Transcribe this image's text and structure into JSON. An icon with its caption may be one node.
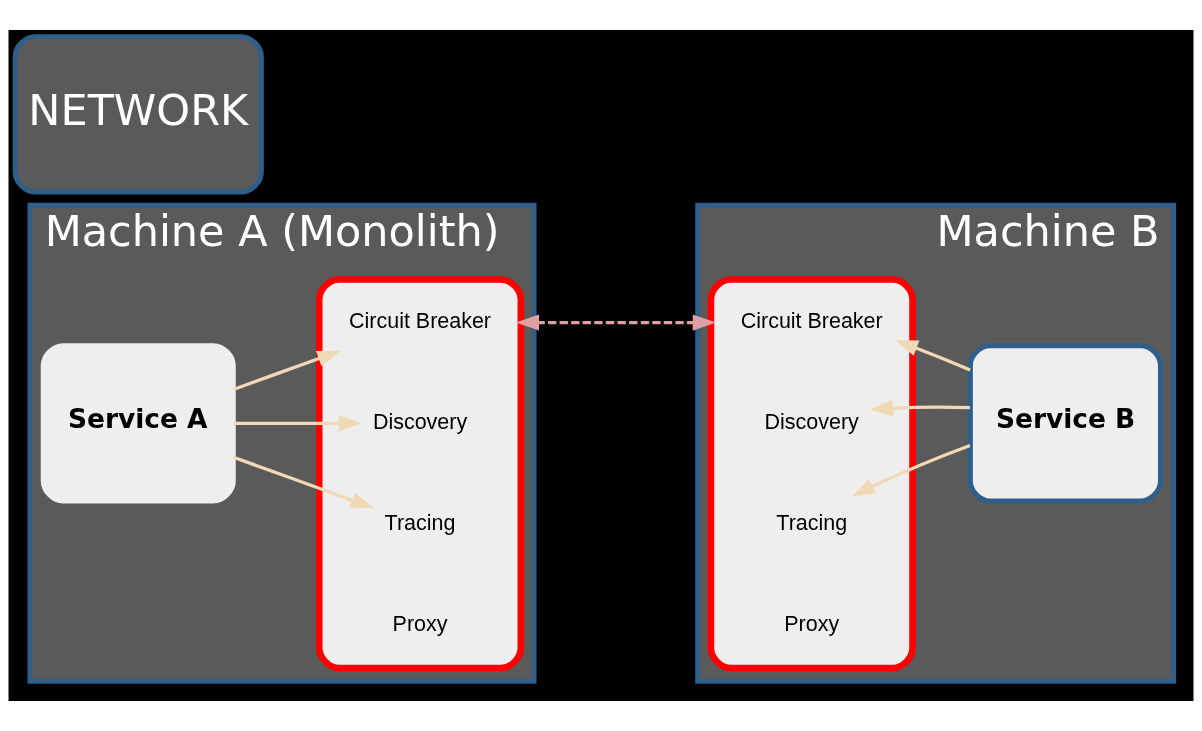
{
  "diagram": {
    "nodes": [
      {
        "text": [
          "Machine A (Monolith)"
        ]
      },
      {
        "text": [
          "Service A"
        ],
        "in": 0
      },
      {
        "text": [],
        "shape": "box",
        "in": 0
      },
      {
        "text": [
          "Circuit Breaker"
        ],
        "in": 2
      },
      {
        "text": [
          "Discovery"
        ],
        "in": 2
      },
      {
        "text": [
          "Tracing"
        ],
        "in": 2
      },
      {
        "text": [
          "Proxy"
        ],
        "in": 2
      },
      {
        "text": [
          "Machine B"
        ]
      },
      {
        "text": [],
        "shape": "box",
        "in": 7
      },
      {
        "text": [
          "Circuit Breaker"
        ],
        "in": 8
      },
      {
        "text": [
          "Discovery"
        ],
        "in": 8
      },
      {
        "text": [
          "Tracing"
        ],
        "in": 8
      },
      {
        "text": [
          "Proxy"
        ],
        "in": 8
      },
      {
        "text": [
          "Service B"
        ],
        "in": 7
      },
      {
        "text": [
          "NETWORK"
        ]
      }
    ],
    "edges": [
      {
        "from": 1,
        "to": 3,
        "arrow": "to"
      },
      {
        "from": 1,
        "to": 4,
        "arrow": "to"
      },
      {
        "from": 1,
        "to": 5,
        "arrow": "to"
      },
      {
        "from": 2,
        "to": 8,
        "arrow": "both",
        "style": "dashed",
        "color": "#e0a0a0"
      },
      {
        "from": 13,
        "to": 9,
        "arrow": "to"
      },
      {
        "from": 13,
        "to": 10,
        "arrow": "to"
      },
      {
        "from": 13,
        "to": 11,
        "arrow": "to"
      }
    ]
  }
}
